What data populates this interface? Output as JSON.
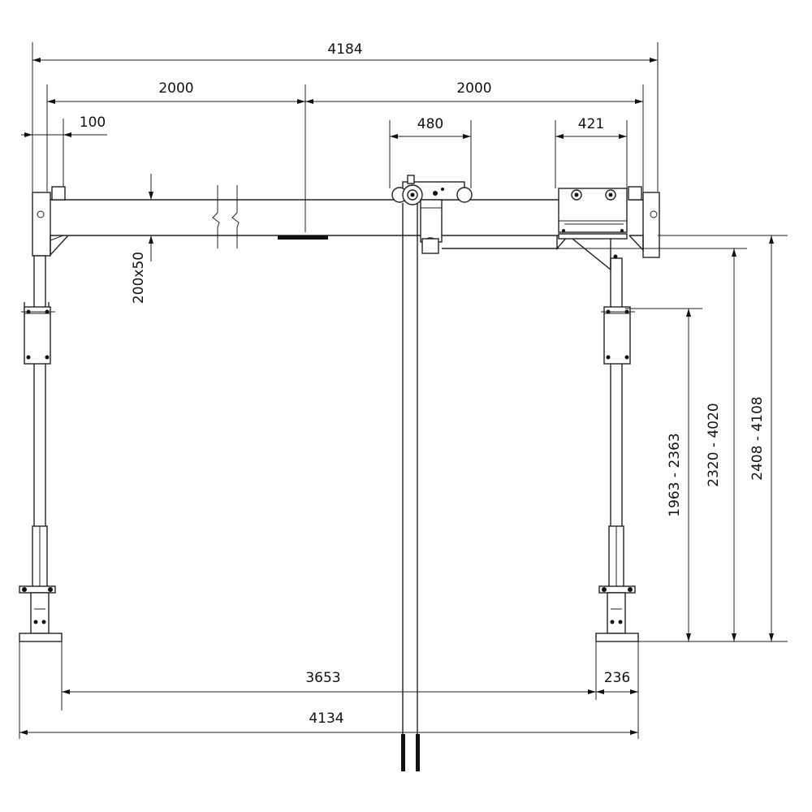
{
  "labels": {
    "overall_width": "4184",
    "half_span_left": "2000",
    "half_span_right": "2000",
    "end_offset": "100",
    "trolley_width": "480",
    "hoist_width": "421",
    "beam_section": "200x50",
    "hook_height_range": "1963 - 2363",
    "beam_height_range": "2320 - 4020",
    "total_height_range": "2408 - 4108",
    "inner_foot_span": "3653",
    "foot_width": "236",
    "base_width": "4134"
  }
}
